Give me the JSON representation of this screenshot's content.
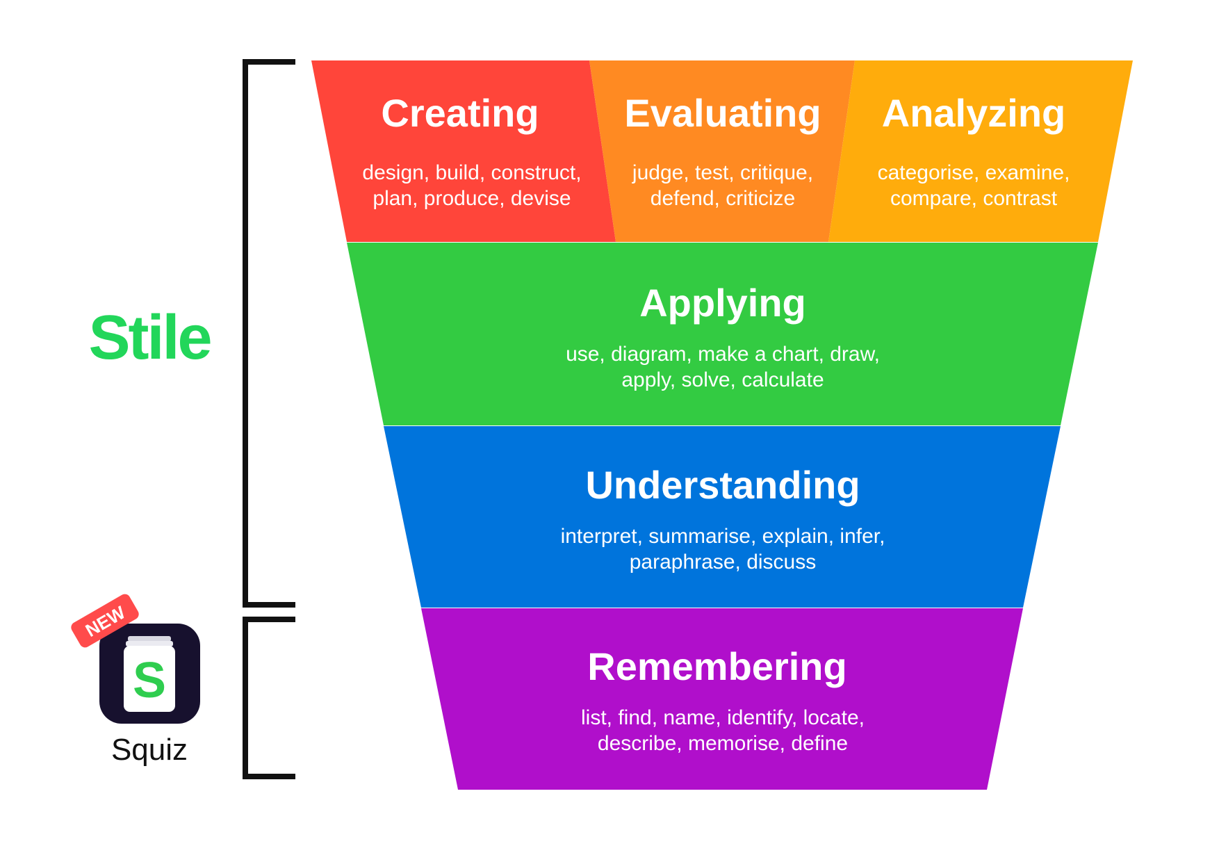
{
  "brands": {
    "stile": {
      "label": "Stile",
      "color": "#22d65a"
    },
    "squiz": {
      "label": "Squiz",
      "badge": "NEW",
      "icon_letter": "S",
      "icon": "squiz-app-icon",
      "badge_color": "#ff4b4b",
      "tile_color": "#17112e",
      "letter_color": "#2fcd4f"
    }
  },
  "tiers": {
    "creating": {
      "title": "Creating",
      "lines": [
        "design, build, construct,",
        "plan, produce, devise"
      ],
      "color": "#ff453a"
    },
    "evaluating": {
      "title": "Evaluating",
      "lines": [
        "judge, test, critique,",
        "defend, criticize"
      ],
      "color": "#ff8a22"
    },
    "analyzing": {
      "title": "Analyzing",
      "lines": [
        "categorise, examine,",
        "compare, contrast"
      ],
      "color": "#ffac0c"
    },
    "applying": {
      "title": "Applying",
      "lines": [
        "use, diagram, make a chart, draw,",
        "apply, solve, calculate"
      ],
      "color": "#33cb42"
    },
    "understanding": {
      "title": "Understanding",
      "lines": [
        "interpret, summarise, explain, infer,",
        "paraphrase, discuss"
      ],
      "color": "#0074dc"
    },
    "remembering": {
      "title": "Remembering",
      "lines": [
        "list, find, name, identify, locate,",
        "describe, memorise, define"
      ],
      "color": "#b00fcb"
    }
  }
}
